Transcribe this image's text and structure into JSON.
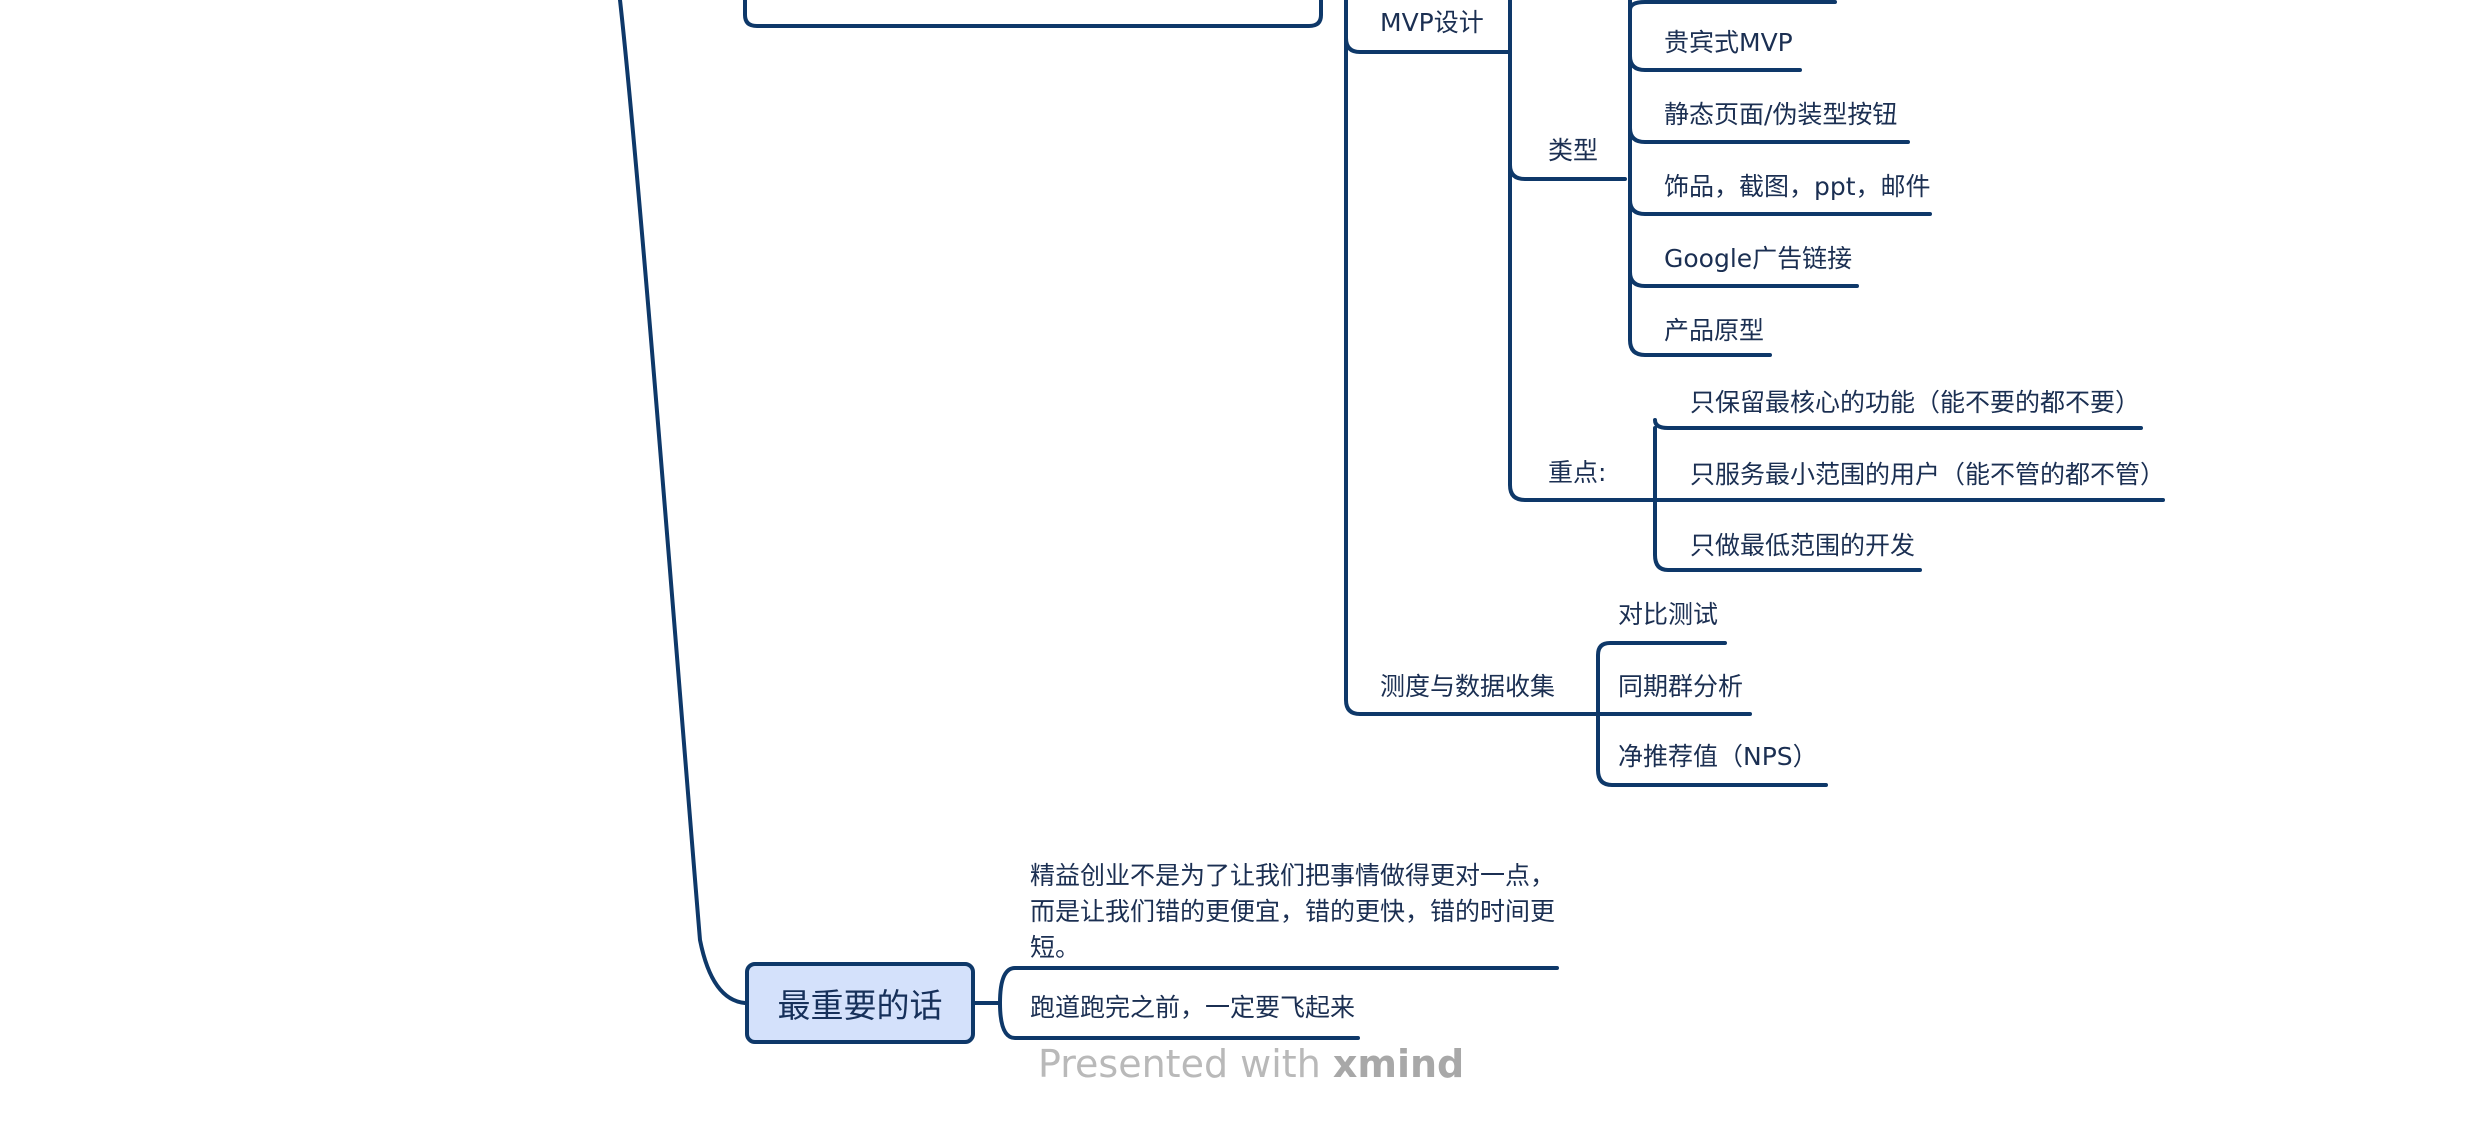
{
  "mindmap": {
    "branch_top": {
      "label": "MVP设计"
    },
    "types": {
      "label": "类型",
      "items": [
        "贵宾式MVP",
        "静态页面/伪装型按钮",
        "饰品，截图，ppt，邮件",
        "Google广告链接",
        "产品原型"
      ]
    },
    "focus": {
      "label": "重点:",
      "items": [
        "只保留最核心的功能（能不要的都不要）",
        "只服务最小范围的用户（能不管的都不管）",
        "只做最低范围的开发"
      ]
    },
    "measure": {
      "label": "测度与数据收集",
      "items": [
        "对比测试",
        "同期群分析",
        "净推荐值（NPS）"
      ]
    },
    "important": {
      "label": "最重要的话",
      "items": [
        "精益创业不是为了让我们把事情做得更对一点，而是让我们错的更便宜，错的更快，错的时间更短。",
        "跑道跑完之前，一定要飞起来"
      ]
    }
  },
  "watermark": {
    "prefix": "Presented with",
    "brand": "xmind"
  },
  "colors": {
    "line": "#0e3869",
    "topic_fill": "#d4e1fb",
    "text": "#1b2f52",
    "watermark": "#b9b9b9"
  }
}
